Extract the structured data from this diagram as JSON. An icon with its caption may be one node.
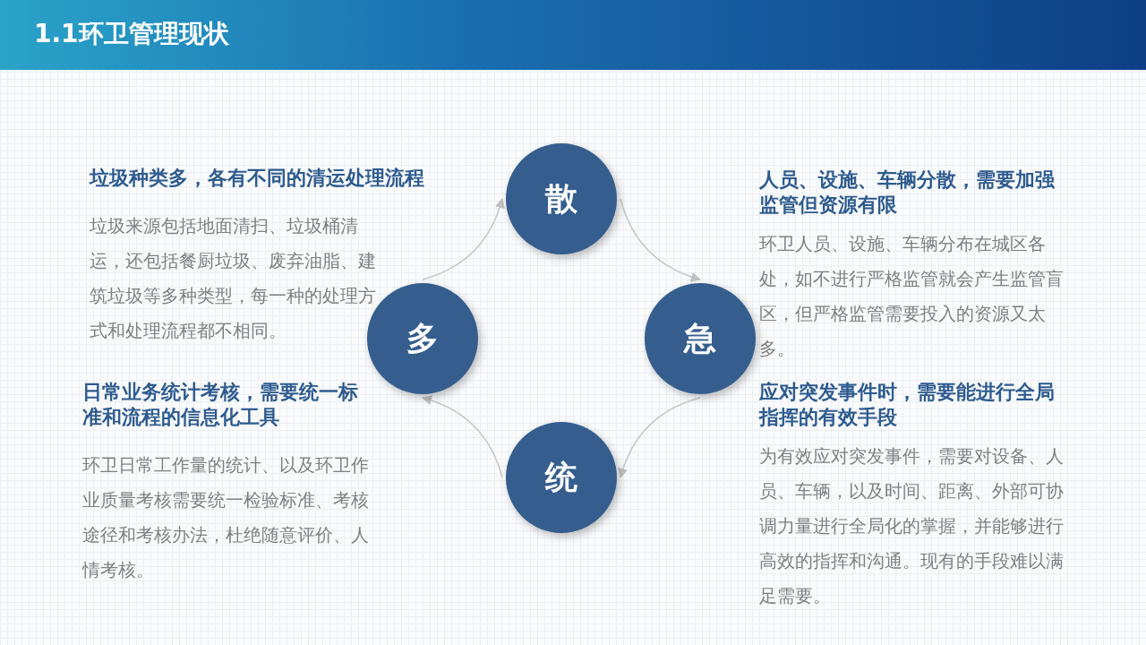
{
  "diagram": {
    "title": "1.1环卫管理现状",
    "nodes": [
      {
        "text": [
          "散"
        ]
      },
      {
        "text": [
          "多"
        ]
      },
      {
        "text": [
          "急"
        ]
      },
      {
        "text": [
          "统"
        ]
      }
    ],
    "edges": [
      {
        "from": 1,
        "to": 0,
        "arrow": "to"
      },
      {
        "from": 0,
        "to": 2,
        "arrow": "to"
      },
      {
        "from": 2,
        "to": 3,
        "arrow": "to"
      },
      {
        "from": 3,
        "to": 1,
        "arrow": "to"
      }
    ],
    "labels": [
      "垃圾种类多，各有不同的清运处理流程",
      "垃圾来源包括地面清扫、垃圾桶清运，还包括餐厨垃圾、废弃油脂、建筑垃圾等多种类型，每一种的处理方式和处理流程都不相同。",
      "人员、设施、车辆分散，需要加强监管但资源有限",
      "环卫人员、设施、车辆分布在城区各处，如不进行严格监管就会产生监管盲区，但严格监管需要投入的资源又太多。",
      "日常业务统计考核，需要统一标准和流程的信息化工具",
      "环卫日常工作量的统计、以及环卫作业质量考核需要统一检验标准、考核途径和考核办法，杜绝随意评价、人情考核。",
      "应对突发事件时，需要能进行全局指挥的有效手段",
      "为有效应对突发事件，需要对设备、人员、车辆，以及时间、距离、外部可协调力量进行全局化的掌握，并能够进行高效的指挥和沟通。现有的手段难以满足需要。"
    ]
  }
}
